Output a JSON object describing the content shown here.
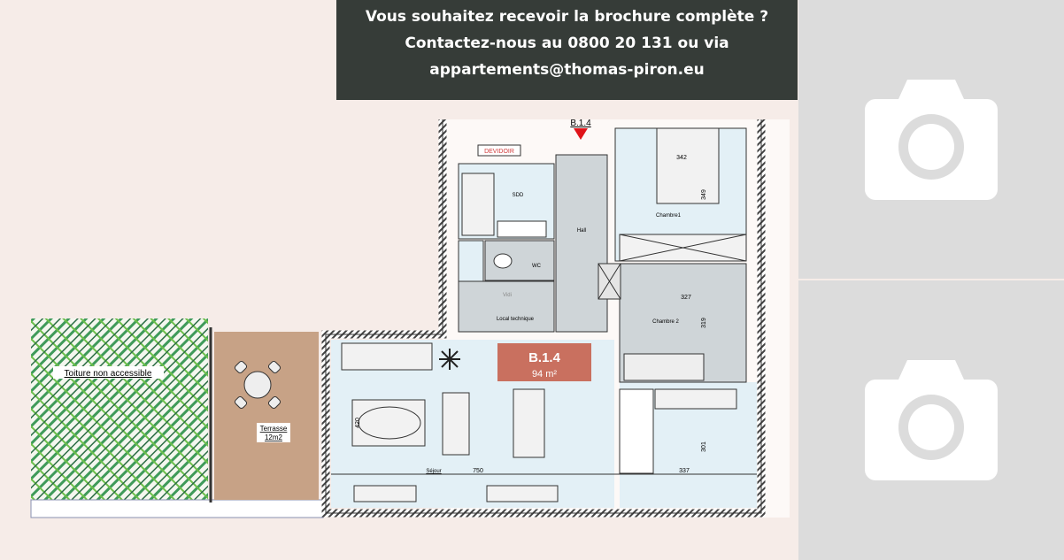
{
  "banner": {
    "line1": "Vous souhaitez recevoir la brochure complète ?",
    "line2": "Contactez-nous au 0800 20 131 ou via",
    "line3": "appartements@thomas-piron.eu"
  },
  "plan": {
    "unit_top_label": "B.1.4",
    "devidoir": "DEVIDOIR",
    "rooms": {
      "sdd": "SDD",
      "hall": "Hall",
      "chambre1": "Chambre1",
      "wc": "WC",
      "vidi": "Vidi",
      "local_technique": "Local technique",
      "chambre2": "Chambre 2",
      "sejour": "Séjour",
      "toiture": "Toiture non accessible",
      "terrasse": "Terrasse",
      "terrasse_area": "12m2"
    },
    "dimensions": {
      "ch1_width": "342",
      "ch1_depth": "349",
      "ch2_width": "327",
      "ch2_depth": "319",
      "sejour_depth": "420",
      "sejour_width": "750",
      "kitchen_width": "337",
      "kitchen_depth": "301"
    },
    "unit_badge": {
      "code": "B.1.4",
      "area": "94 m²",
      "color": "#c9705f"
    }
  },
  "photos": [
    {
      "icon": "camera-icon"
    },
    {
      "icon": "camera-icon"
    }
  ]
}
